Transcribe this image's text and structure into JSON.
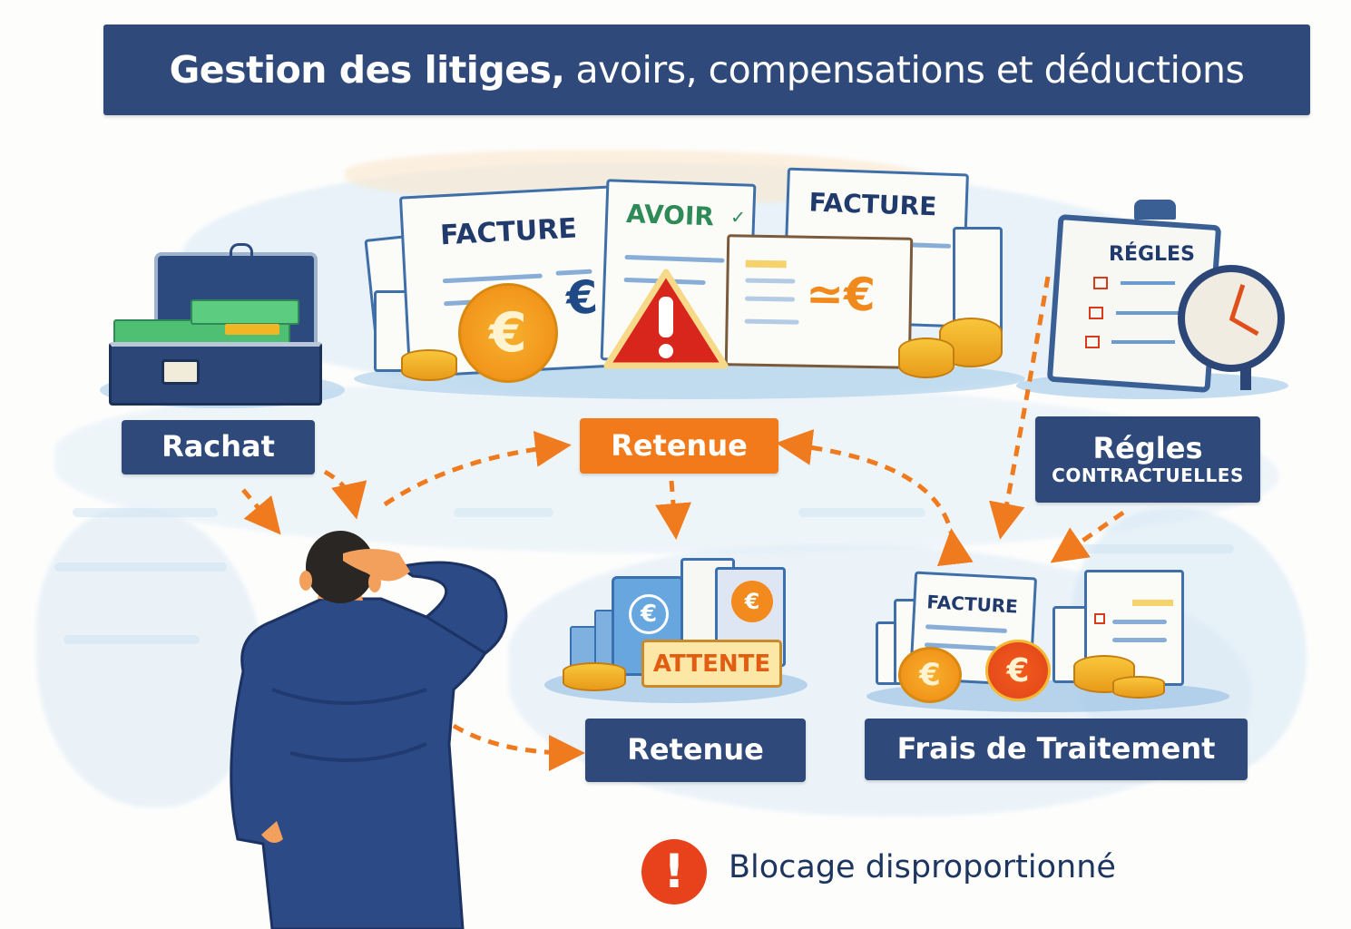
{
  "title": {
    "bold": "Gestion des litiges,",
    "light": "avoirs, compensations et déductions"
  },
  "top_illustration": {
    "documents": [
      {
        "label": "FACTURE",
        "symbol": "€"
      },
      {
        "label": "AVOIR",
        "mark": "✓"
      },
      {
        "label": "FACTURE"
      },
      {
        "symbol": "≃€"
      }
    ],
    "warning_symbol": "!",
    "coin_symbol": "€"
  },
  "nodes": {
    "rachat": {
      "label": "Rachat"
    },
    "retenue_top": {
      "label": "Retenue"
    },
    "regles": {
      "label": "Régles",
      "sublabel": "CONTRACTUELLES",
      "clipboard_title": "RÉGLES"
    },
    "retenue_bottom": {
      "label": "Retenue",
      "badge": "ATTENTE",
      "coin_symbol": "€"
    },
    "frais": {
      "label": "Frais de Traitement",
      "doc_title": "FACTURE",
      "coin_symbol": "€"
    }
  },
  "footer": {
    "alert_symbol": "!",
    "text": "Blocage disproportionné"
  },
  "colors": {
    "navy": "#2f4a7a",
    "orange": "#f27a1a",
    "alert_red": "#e8421c",
    "avoir_green": "#2e8a57",
    "coin_gold": "#f5a623"
  }
}
